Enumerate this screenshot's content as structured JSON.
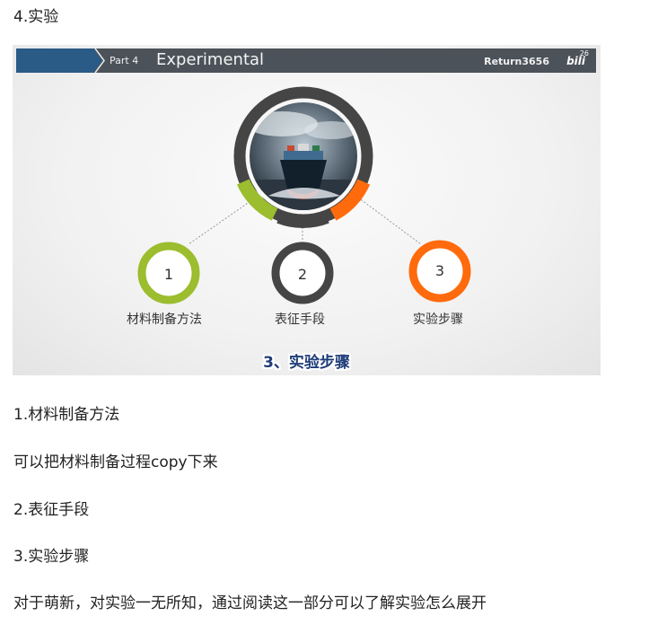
{
  "article": {
    "heading": "4.实验",
    "item1": "1.材料制备方法",
    "note1": "可以把材料制备过程copy下来",
    "item2": "2.表征手段",
    "item3": "3.实验步骤",
    "note3": "对于萌新，对实验一无所知，通过阅读这一部分可以了解实验怎么展开"
  },
  "slide": {
    "part_label": "Part 4",
    "title": "Experimental",
    "channel": "Return3656",
    "logo_text": "bili",
    "logo_number": "26",
    "center_image": "cargo-ship-photo",
    "steps": [
      {
        "number": "1",
        "label": "材料制备方法",
        "color": "#9bbd2e"
      },
      {
        "number": "2",
        "label": "表征手段",
        "color": "#454545"
      },
      {
        "number": "3",
        "label": "实验步骤",
        "color": "#ff6a0c"
      }
    ],
    "subtitle": "3、实验步骤"
  },
  "colors": {
    "bar": "#4b5259",
    "tab": "#2a5a86",
    "green": "#9bbd2e",
    "dark": "#454545",
    "orange": "#ff6a0c"
  }
}
